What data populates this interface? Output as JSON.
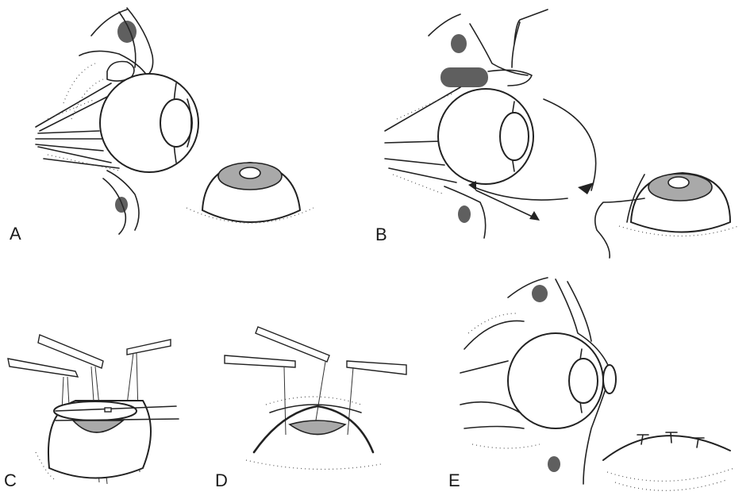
{
  "figure": {
    "background": "#ffffff",
    "line_color": "#222222",
    "iris_fill": "#a9a9a9",
    "panels": [
      {
        "id": "A",
        "label": "A",
        "content": "Sagittal section of orbit with globe, and external view of eye on orbital tissue"
      },
      {
        "id": "B",
        "label": "B",
        "content": "Globe with detached muscle and arrows indicating transposition; external eye with suture"
      },
      {
        "id": "C",
        "label": "C",
        "content": "Globe with clamps and sutures, horizontal instrument passing through"
      },
      {
        "id": "D",
        "label": "D",
        "content": "Tissue closure over implant held by three clamps with sutures"
      },
      {
        "id": "E",
        "label": "E",
        "content": "Sagittal section after closure, and external view of sutured wound"
      }
    ]
  }
}
